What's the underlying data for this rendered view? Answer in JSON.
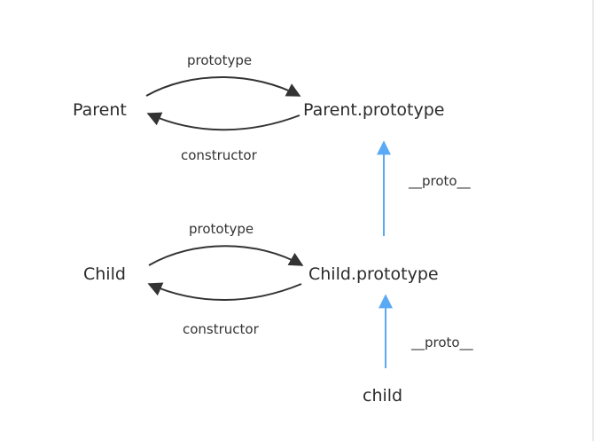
{
  "nodes": {
    "parent": "Parent",
    "parent_prototype": "Parent.prototype",
    "child": "Child",
    "child_prototype": "Child.prototype",
    "child_instance": "child"
  },
  "edges": {
    "parent_prototype_label": "prototype",
    "parent_constructor_label": "constructor",
    "child_prototype_label": "prototype",
    "child_constructor_label": "constructor",
    "child_proto_to_parent_proto_label": "__proto__",
    "child_instance_proto_label": "__proto__"
  },
  "colors": {
    "curve_arrow": "#333333",
    "proto_arrow": "#5aa9f5",
    "text": "#2b2b2b"
  }
}
